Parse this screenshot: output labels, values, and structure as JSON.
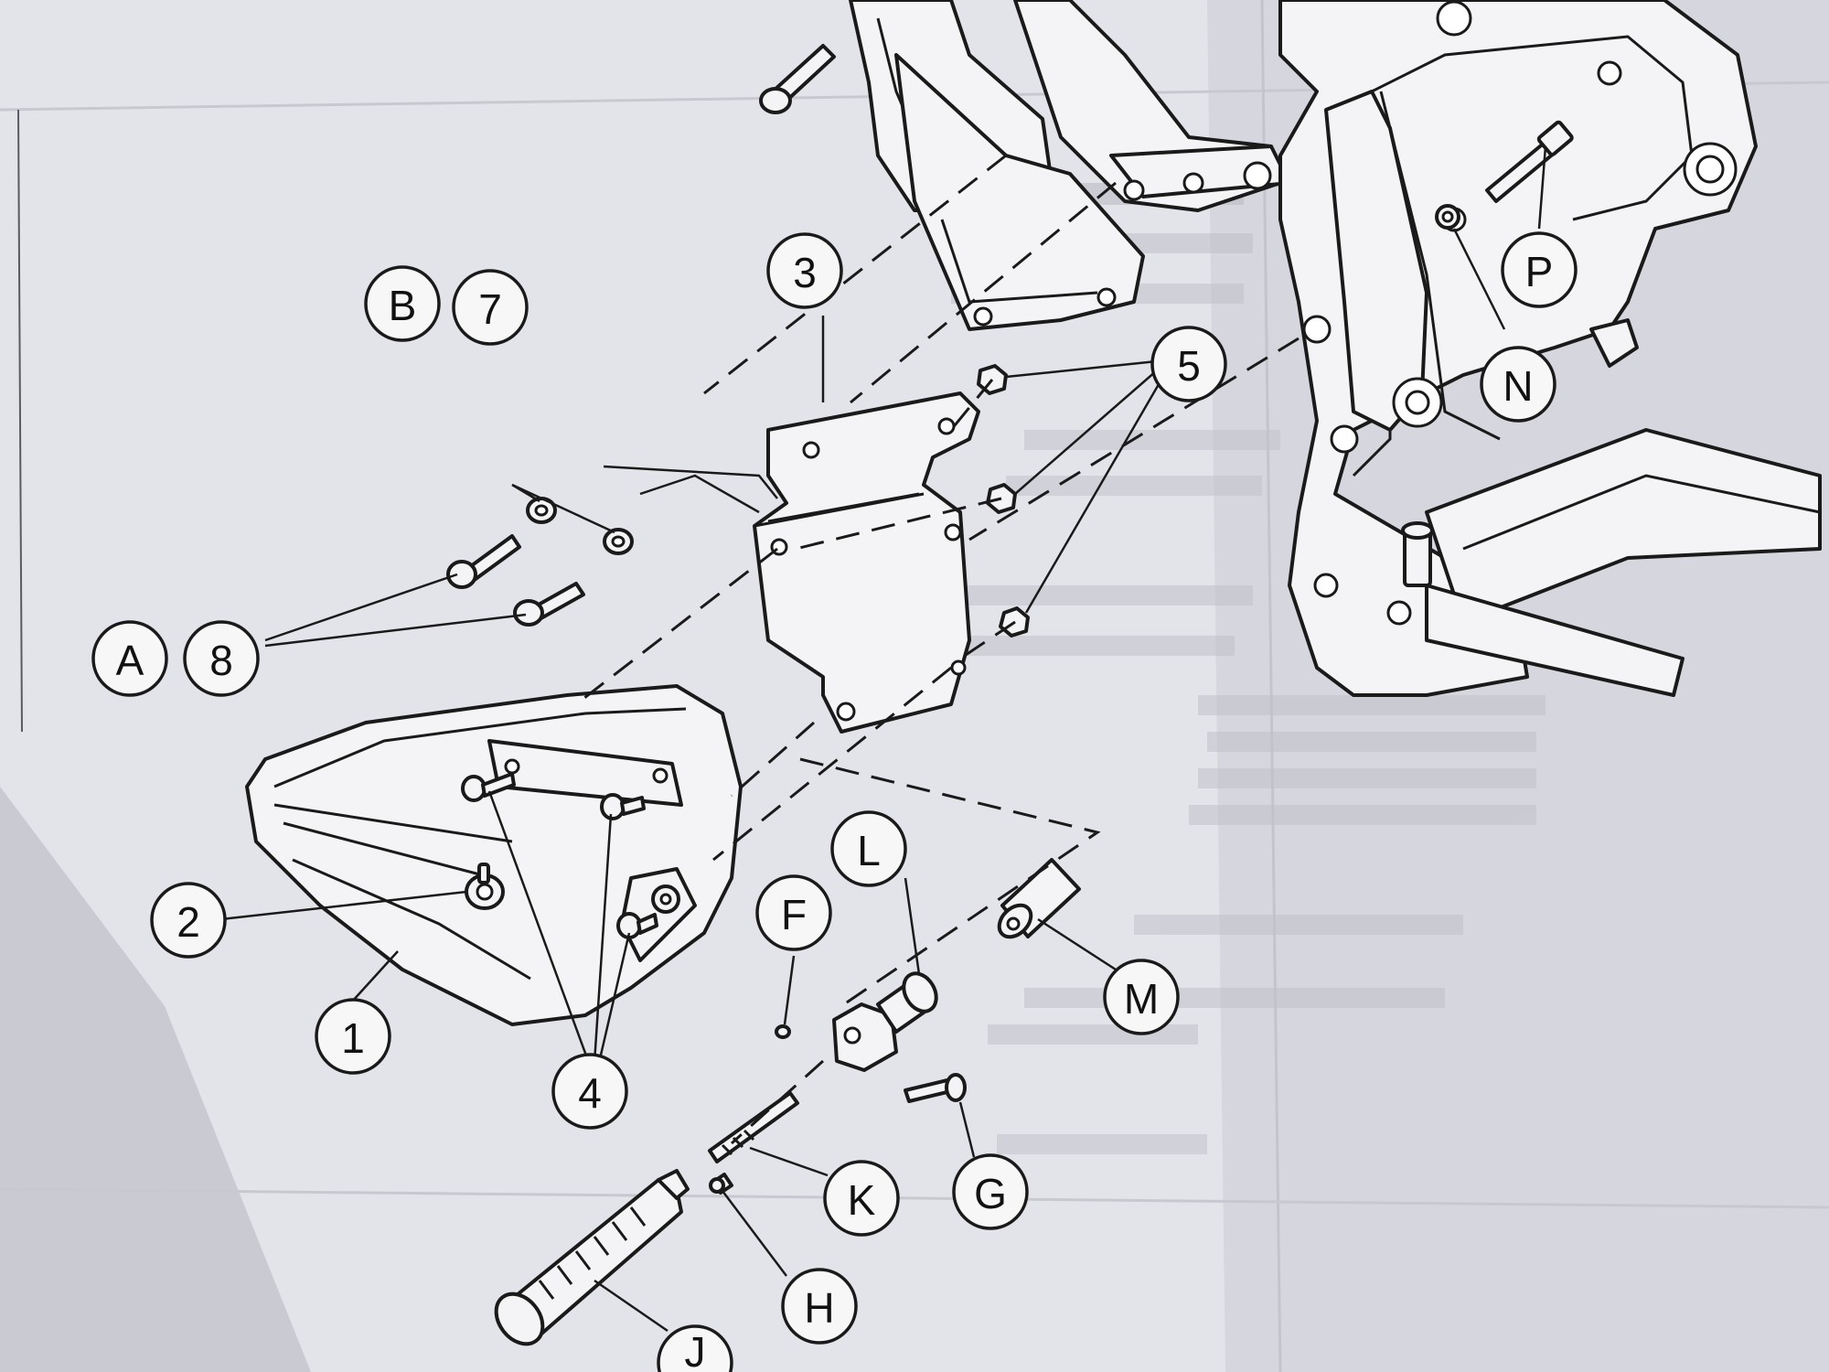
{
  "callouts": {
    "A": "A",
    "B": "B",
    "F": "F",
    "G": "G",
    "H": "H",
    "J": "J",
    "K": "K",
    "L": "L",
    "M": "M",
    "N": "N",
    "P": "P",
    "c1": "1",
    "c2": "2",
    "c3": "3",
    "c4": "4",
    "c5": "5",
    "c7": "7",
    "c8": "8"
  },
  "colors": {
    "paper": "#dcdde3",
    "ink": "#1a1a1a",
    "part_fill": "#f4f4f6"
  }
}
